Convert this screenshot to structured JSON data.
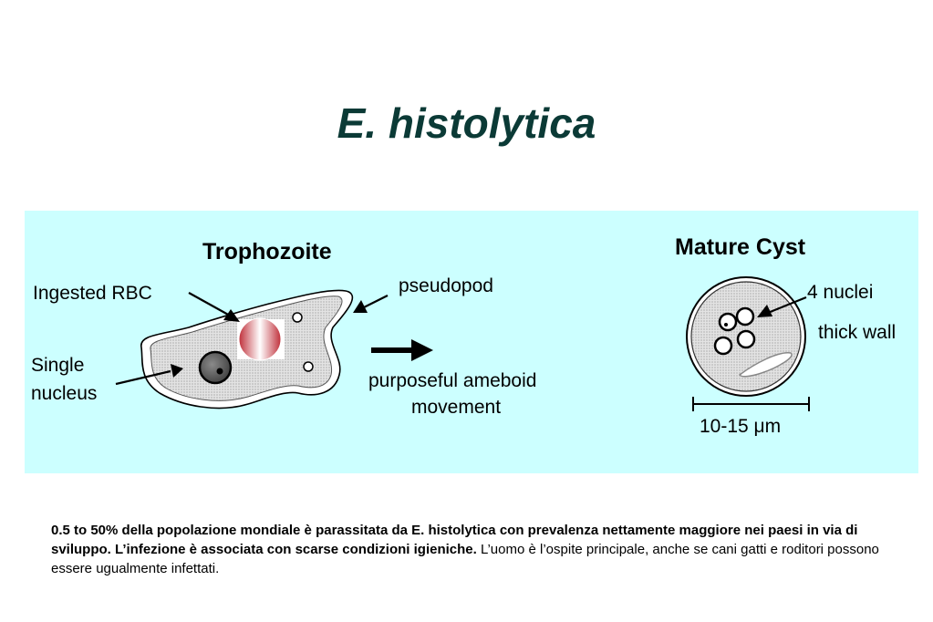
{
  "title": "E. histolytica",
  "diagram": {
    "trophozoite": {
      "heading": "Trophozoite",
      "labels": {
        "ingested_rbc": "Ingested RBC",
        "pseudopod": "pseudopod",
        "single_nucleus_line1": "Single",
        "single_nucleus_line2": "nucleus",
        "movement_line1": "purposeful ameboid",
        "movement_line2": "movement"
      }
    },
    "cyst": {
      "heading": "Mature Cyst",
      "labels": {
        "nuclei": "4 nuclei",
        "wall": "thick wall",
        "size": "10-15 μm"
      }
    },
    "colors": {
      "panel_background": "#ccffff",
      "cell_fill": "#d9d9d9",
      "title_color": "#0b3a36"
    }
  },
  "caption": {
    "bold": "0.5 to 50% della popolazione mondiale è parassitata da E. histolytica con prevalenza nettamente maggiore nei paesi in via di sviluppo. L’infezione è associata con scarse condizioni igieniche.",
    "normal": " L’uomo è l’ospite principale, anche se cani gatti e roditori possono essere ugualmente infettati."
  }
}
